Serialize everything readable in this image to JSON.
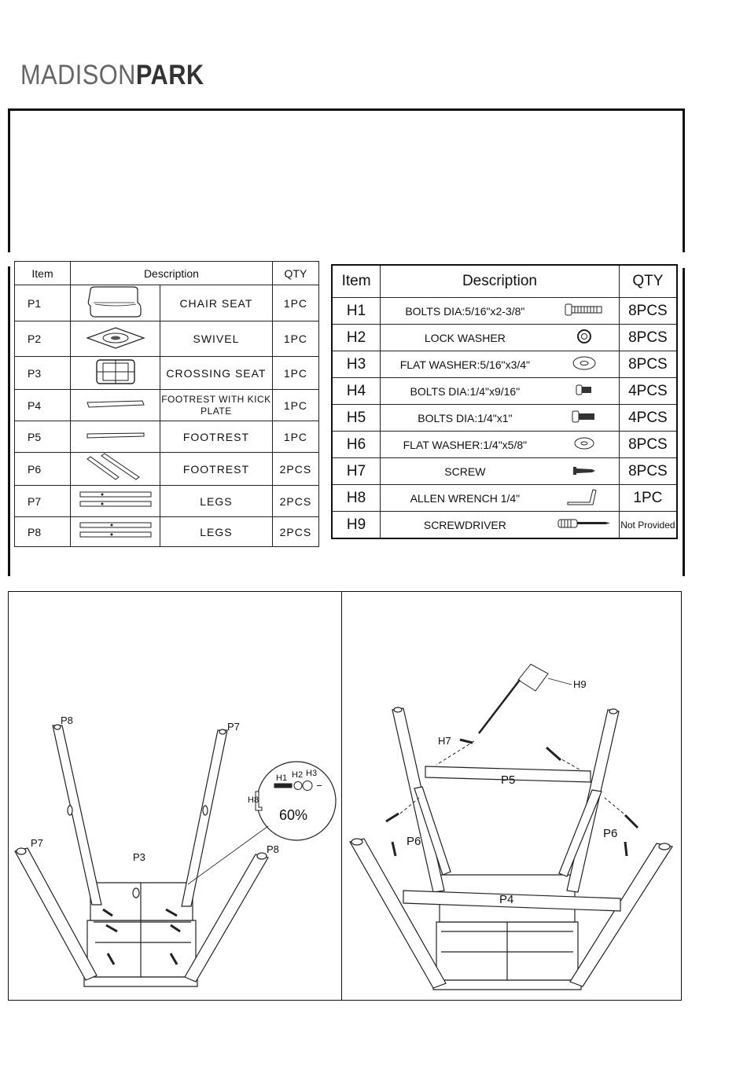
{
  "brand": {
    "part1": "MADISON",
    "part2": "PARK"
  },
  "parts_table": {
    "headers": {
      "item": "Item",
      "description": "Description",
      "qty": "QTY"
    },
    "rows": [
      {
        "item": "P1",
        "icon": "chair-seat-icon",
        "description": "CHAIR SEAT",
        "qty": "1PC"
      },
      {
        "item": "P2",
        "icon": "swivel-icon",
        "description": "SWIVEL",
        "qty": "1PC"
      },
      {
        "item": "P3",
        "icon": "crossing-seat-icon",
        "description": "CROSSING SEAT",
        "qty": "1PC"
      },
      {
        "item": "P4",
        "icon": "footrest-kick-icon",
        "description": "FOOTREST WITH KICK PLATE",
        "qty": "1PC"
      },
      {
        "item": "P5",
        "icon": "footrest-icon",
        "description": "FOOTREST",
        "qty": "1PC"
      },
      {
        "item": "P6",
        "icon": "footrest-pair-icon",
        "description": "FOOTREST",
        "qty": "2PCS"
      },
      {
        "item": "P7",
        "icon": "legs-icon",
        "description": "LEGS",
        "qty": "2PCS"
      },
      {
        "item": "P8",
        "icon": "legs-icon",
        "description": "LEGS",
        "qty": "2PCS"
      }
    ]
  },
  "hardware_table": {
    "headers": {
      "item": "Item",
      "description": "Description",
      "qty": "QTY"
    },
    "rows": [
      {
        "item": "H1",
        "description": "BOLTS DIA:5/16\"x2-3/8\"",
        "icon": "long-bolt-icon",
        "qty": "8PCS"
      },
      {
        "item": "H2",
        "description": "LOCK WASHER",
        "icon": "lock-washer-icon",
        "qty": "8PCS"
      },
      {
        "item": "H3",
        "description": "FLAT WASHER:5/16\"x3/4\"",
        "icon": "flat-washer-icon",
        "qty": "8PCS"
      },
      {
        "item": "H4",
        "description": "BOLTS DIA:1/4\"x9/16\"",
        "icon": "short-bolt-icon",
        "qty": "4PCS"
      },
      {
        "item": "H5",
        "description": "BOLTS DIA:1/4\"x1\"",
        "icon": "bolt-icon",
        "qty": "4PCS"
      },
      {
        "item": "H6",
        "description": "FLAT WASHER:1/4\"x5/8\"",
        "icon": "flat-washer-small-icon",
        "qty": "8PCS"
      },
      {
        "item": "H7",
        "description": "SCREW",
        "icon": "screw-icon",
        "qty": "8PCS"
      },
      {
        "item": "H8",
        "description": "ALLEN WRENCH 1/4\"",
        "icon": "allen-wrench-icon",
        "qty": "1PC"
      },
      {
        "item": "H9",
        "description": "SCREWDRIVER",
        "icon": "screwdriver-icon",
        "qty": "Not Provided"
      }
    ]
  },
  "step1": {
    "labels": {
      "p8_top": "P8",
      "p7_top": "P7",
      "p7_left": "P7",
      "p8_right": "P8",
      "p3": "P3",
      "h1": "H1",
      "h2": "H2",
      "h3": "H3",
      "h8": "H8",
      "percent": "60%"
    }
  },
  "step2": {
    "labels": {
      "h9": "H9",
      "h7": "H7",
      "p5": "P5",
      "p6_left": "P6",
      "p6_right": "P6",
      "p4": "P4"
    }
  }
}
